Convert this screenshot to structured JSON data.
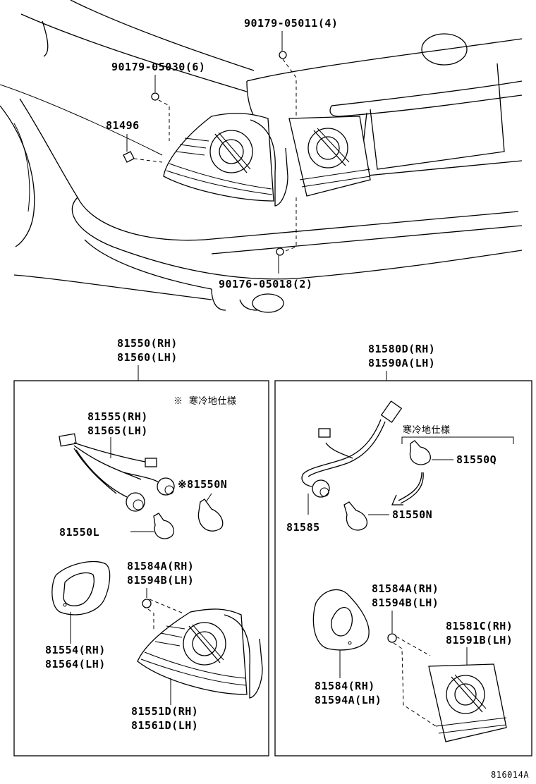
{
  "top": {
    "label_screw_a": "90179-05011(4)",
    "label_screw_b": "90179-05030(6)",
    "label_clip": "81496",
    "label_screw_c": "90176-05018(2)"
  },
  "left_panel": {
    "assembly_rh": "81550(RH)",
    "assembly_lh": "81560(LH)",
    "note": "※ 寒冷地仕様",
    "socket_rh": "81555(RH)",
    "socket_lh": "81565(LH)",
    "bulb_n": "※81550N",
    "bulb_l": "81550L",
    "gasket_rh": "81554(RH)",
    "gasket_lh": "81564(LH)",
    "nut_rh": "81584A(RH)",
    "nut_lh": "81594B(LH)",
    "lens_rh": "81551D(RH)",
    "lens_lh": "81561D(LH)"
  },
  "right_panel": {
    "assembly_rh": "81580D(RH)",
    "assembly_lh": "81590A(LH)",
    "note": "寒冷地仕様",
    "bulb_q": "81550Q",
    "bulb_n": "81550N",
    "socket": "81585",
    "nut_rh": "81584A(RH)",
    "nut_lh": "81594B(LH)",
    "lens_rh": "81581C(RH)",
    "lens_lh": "81591B(LH)",
    "gasket_rh": "81584(RH)",
    "gasket_lh": "81594A(LH)"
  },
  "figure_code": "816014A"
}
